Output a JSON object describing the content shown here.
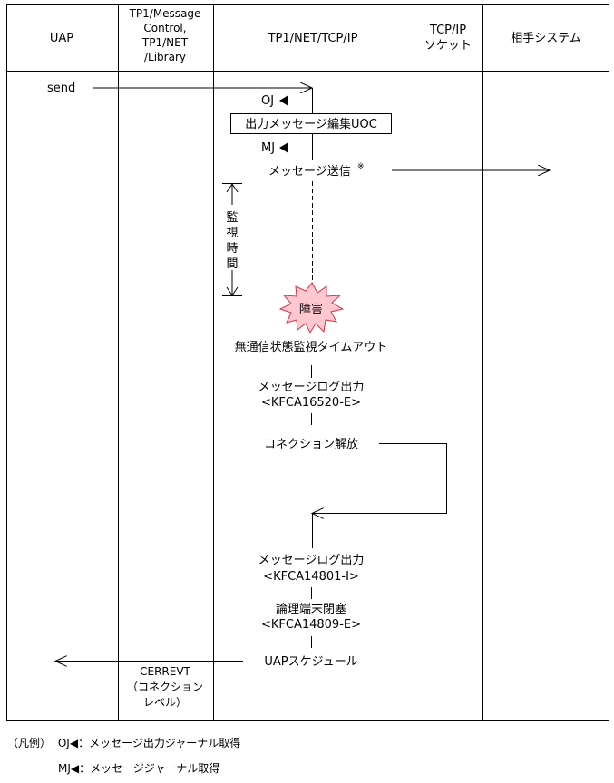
{
  "headers": {
    "uap": "UAP",
    "tp1": [
      "TP1/Message",
      "Control,",
      "TP1/NET",
      "/Library"
    ],
    "tcpnet": "TP1/NET/TCP/IP",
    "socket": [
      "TCP/IP",
      "ソケット"
    ],
    "remote": "相手システム"
  },
  "flow": {
    "send": "send",
    "oj": "OJ",
    "uoc": "出力メッセージ編集UOC",
    "mj": "MJ",
    "msg_send": "メッセージ送信",
    "msg_send_mark": "※",
    "watch": [
      "監",
      "視",
      "時",
      "間"
    ],
    "failure": "障害",
    "timeout": "無通信状態監視タイムアウト",
    "log1": [
      "メッセージログ出力",
      "<KFCA16520-E>"
    ],
    "release": "コネクション解放",
    "log2": [
      "メッセージログ出力",
      "<KFCA14801-I>"
    ],
    "close": [
      "論理端末閉塞",
      "<KFCA14809-E>"
    ],
    "schedule": "UAPスケジュール",
    "cerrevt": [
      "CERREVT",
      "（コネクション",
      "レベル）"
    ]
  },
  "legend": {
    "title": "（凡例）",
    "oj_key": "OJ",
    "oj_desc": "：メッセージ出力ジャーナル取得",
    "mj_key": "MJ",
    "mj_desc": "：メッセージジャーナル取得"
  },
  "colors": {
    "burst_fill": "#ffc7d0",
    "burst_stroke": "#e0304a",
    "line": "#000000"
  }
}
